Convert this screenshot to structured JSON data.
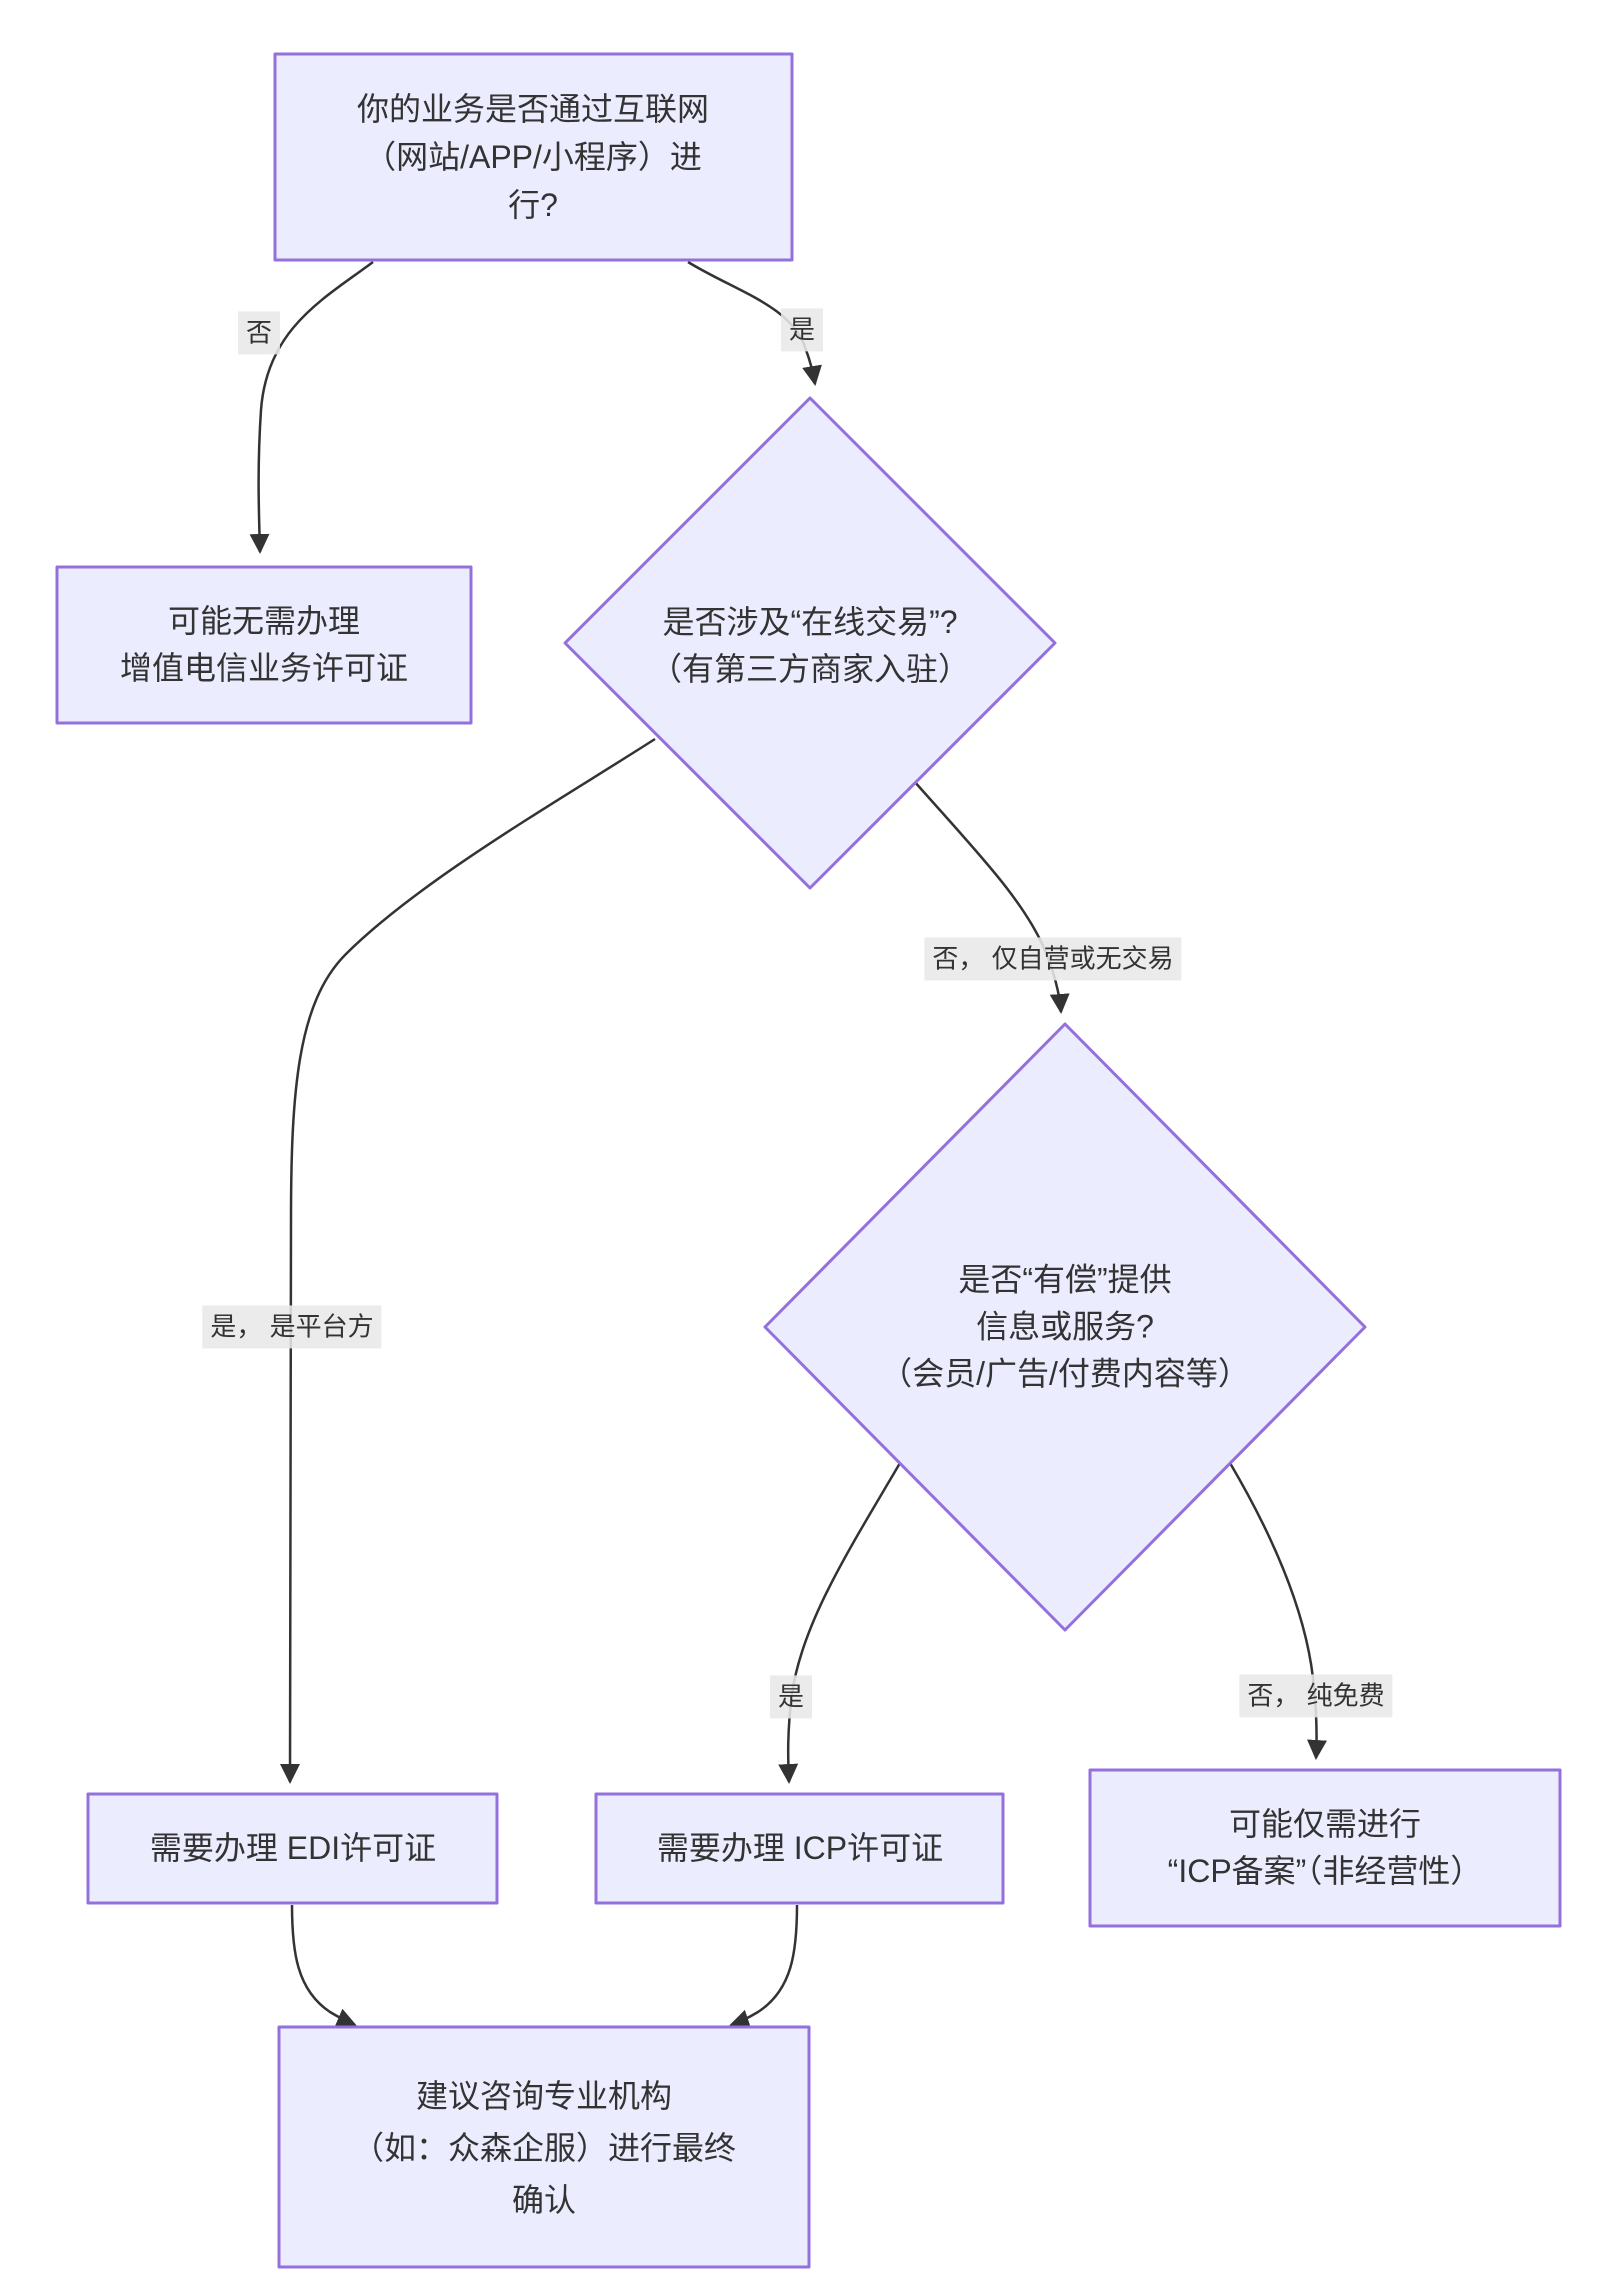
{
  "flowchart": {
    "colors": {
      "node_fill": "#ECECFF",
      "node_border": "#9370DB",
      "edge_color": "#333333",
      "edge_label_bg": "#e8e8e8",
      "text_color": "#333333",
      "background": "#ffffff"
    },
    "nodes": {
      "start": {
        "label": "你的业务是否通过互联网\n（网站/APP/小程序）进\n行?"
      },
      "no_license": {
        "label": "可能无需办理\n增值电信业务许可证"
      },
      "online_trade": {
        "label": "是否涉及“在线交易”?\n（有第三方商家入驻）"
      },
      "paid_services": {
        "label": "是否“有偿”提供\n信息或服务?\n（会员/广告/付费内容等）"
      },
      "edi": {
        "label": "需要办理 EDI许可证"
      },
      "icp": {
        "label": "需要办理 ICP许可证"
      },
      "icp_beian": {
        "label": "可能仅需进行\n“ICP备案”（非经营性）"
      },
      "consult": {
        "label": "建议咨询专业机构\n（如：众森企服）进行最终\n确认"
      }
    },
    "edges": {
      "no1": {
        "label": "否"
      },
      "yes1": {
        "label": "是"
      },
      "yes_platform": {
        "label": "是， 是平台方"
      },
      "no_self_operated": {
        "label": "否， 仅自营或无交易"
      },
      "yes2": {
        "label": "是"
      },
      "no_free": {
        "label": "否， 纯免费"
      }
    }
  }
}
